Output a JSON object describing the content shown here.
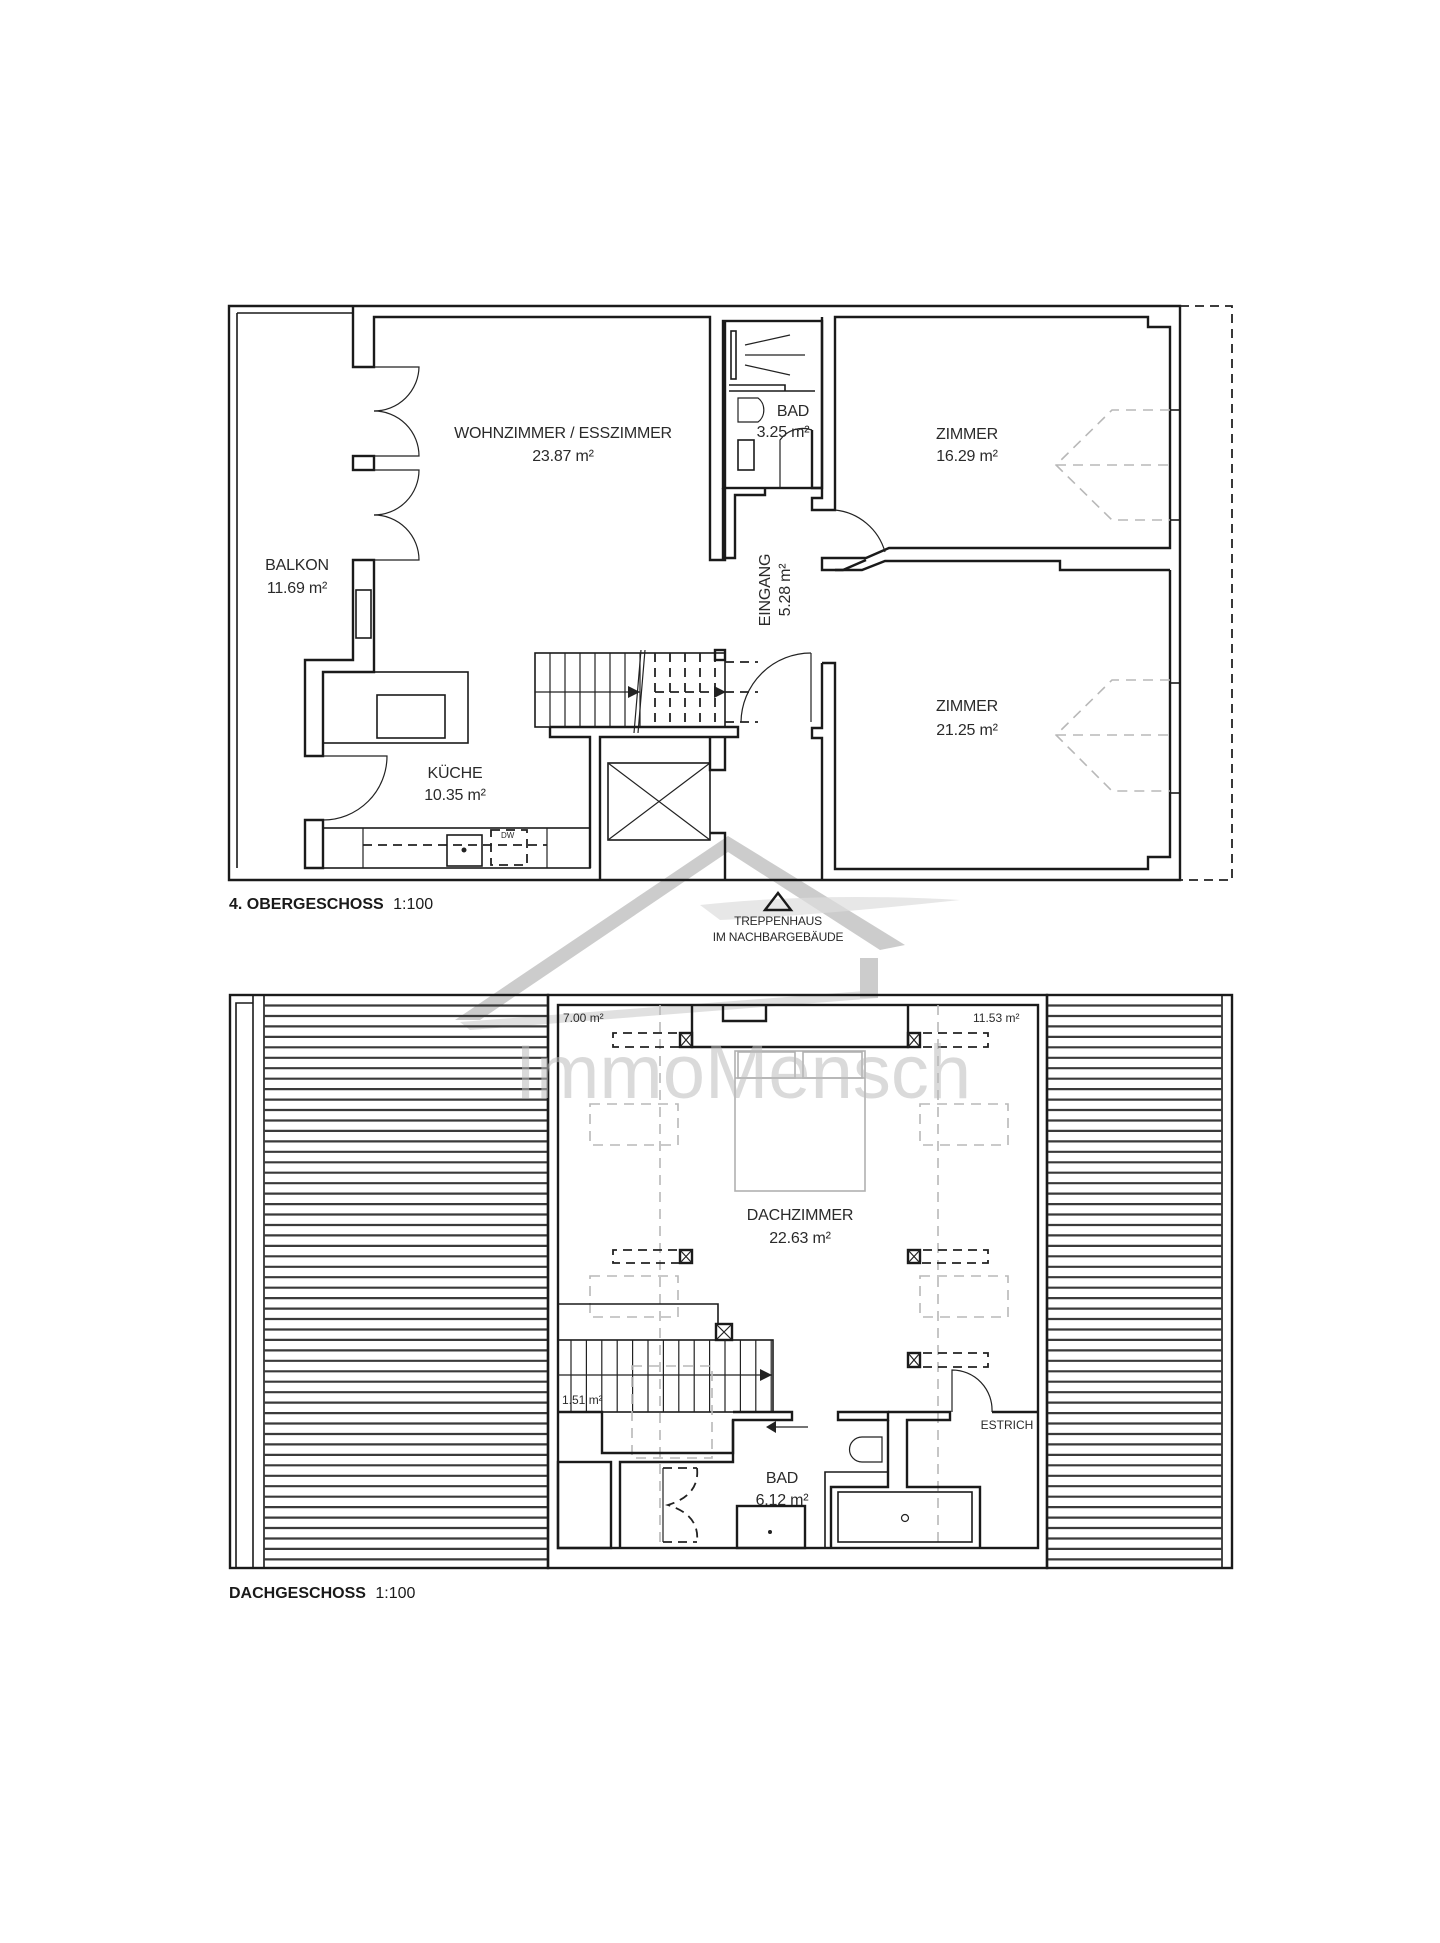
{
  "watermark": {
    "brand": "ImmoMensch",
    "color": "#bdbdbd"
  },
  "floors": [
    {
      "id": "obergeschoss",
      "title": "4. OBERGESCHOSS",
      "scale": "1:100",
      "rooms": [
        {
          "name": "WOHNZIMMER / ESSZIMMER",
          "area": "23.87 m²"
        },
        {
          "name": "BALKON",
          "area": "11.69 m²"
        },
        {
          "name": "BAD",
          "area": "3.25 m²"
        },
        {
          "name": "ZIMMER",
          "area": "16.29 m²"
        },
        {
          "name": "ZIMMER",
          "area": "21.25 m²"
        },
        {
          "name": "EINGANG",
          "area": "5.28 m²"
        },
        {
          "name": "KÜCHE",
          "area": "10.35 m²"
        }
      ],
      "fixtures": {
        "dishwasher": "DW"
      },
      "note": {
        "line1": "TREPPENHAUS",
        "line2": "IM NACHBARGEBÄUDE"
      }
    },
    {
      "id": "dachgeschoss",
      "title": "DACHGESCHOSS",
      "scale": "1:100",
      "rooms": [
        {
          "name": "DACHZIMMER",
          "area": "22.63 m²"
        },
        {
          "name": "BAD",
          "area": "6.12 m²"
        },
        {
          "name": "ESTRICH",
          "area": ""
        }
      ],
      "sub_areas": [
        "7.00 m²",
        "11.53 m²",
        "1.51 m²"
      ]
    }
  ]
}
